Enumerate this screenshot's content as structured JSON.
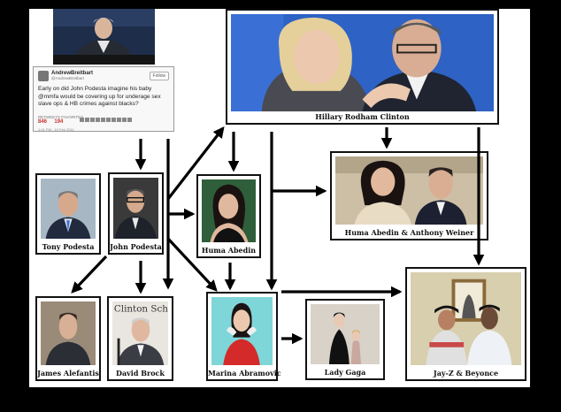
{
  "tweet": {
    "name": "AndrewBreitbart",
    "handle": "@AndrewBreitbart",
    "follow_label": "Follow",
    "text": "Early on did John Podesta imagine his baby @mmfa would be covering up for underage sex slave ops & HB crimes against blacks?",
    "stats_label": "RETWEETS  FAVORITES",
    "retweets": "846",
    "favorites": "194",
    "time": "1:01 PM - 10 Feb 2011"
  },
  "people": {
    "hillary": "Hillary Rodham Clinton",
    "tony": "Tony Podesta",
    "john": "John Podesta",
    "huma": "Huma Abedin",
    "huma_anthony": "Huma Abedin & Anthony Weiner",
    "james": "James Alefantis",
    "david": "David Brock",
    "marina": "Marina Abramovic",
    "gaga": "Lady Gaga",
    "jayz": "Jay-Z & Beyonce"
  },
  "signage": {
    "clinton_school": "Clinton Sch"
  },
  "colors": {
    "background": "#000000",
    "board": "#ffffff",
    "arrow": "#000000"
  }
}
